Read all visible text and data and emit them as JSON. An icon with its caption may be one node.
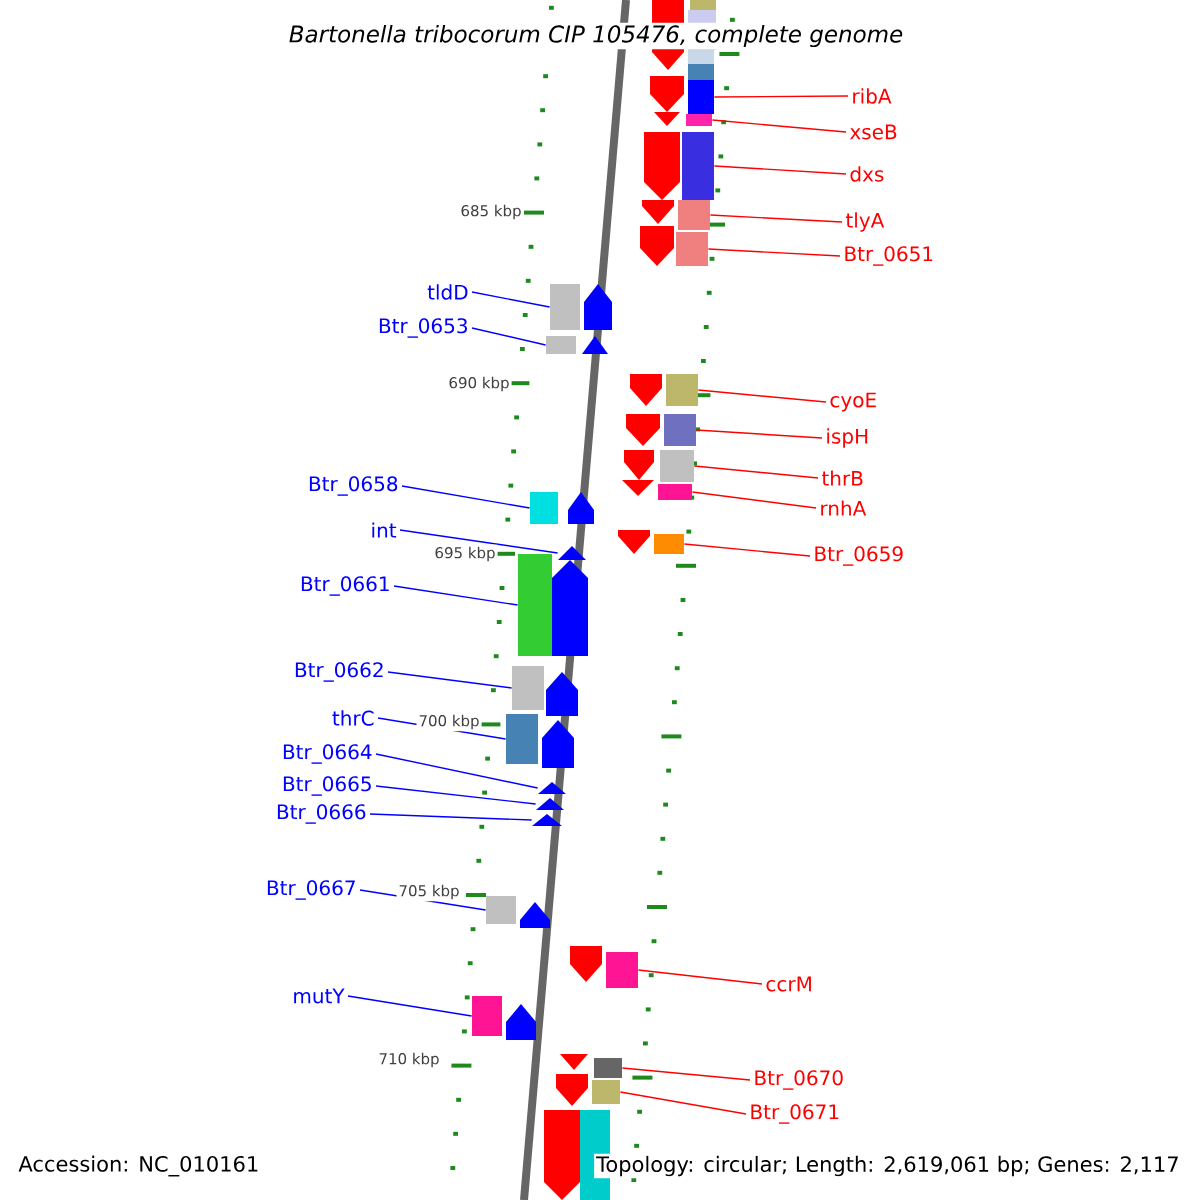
{
  "diagram": {
    "title": "Bartonella tribocorum CIP 105476, complete genome",
    "nodes": [
      {
        "text": [
          "ribA"
        ]
      },
      {
        "text": [
          "xseB"
        ]
      },
      {
        "text": [
          "dxs"
        ]
      },
      {
        "text": [
          "tlyA"
        ]
      },
      {
        "text": [
          "Btr_0651"
        ]
      },
      {
        "text": [
          "tldD"
        ]
      },
      {
        "text": [
          "Btr_0653"
        ]
      },
      {
        "text": [
          "cyoE"
        ]
      },
      {
        "text": [
          "ispH"
        ]
      },
      {
        "text": [
          "thrB"
        ]
      },
      {
        "text": [
          "Btr_0658"
        ]
      },
      {
        "text": [
          "rnhA"
        ]
      },
      {
        "text": [
          "int"
        ]
      },
      {
        "text": [
          "Btr_0659"
        ]
      },
      {
        "text": [
          "Btr_0661"
        ]
      },
      {
        "text": [
          "Btr_0662"
        ]
      },
      {
        "text": [
          "thrC"
        ]
      },
      {
        "text": [
          "Btr_0664"
        ]
      },
      {
        "text": [
          "Btr_0665"
        ]
      },
      {
        "text": [
          "Btr_0666"
        ]
      },
      {
        "text": [
          "Btr_0667"
        ]
      },
      {
        "text": [
          "ccrM"
        ]
      },
      {
        "text": [
          "mutY"
        ]
      },
      {
        "text": [
          "Btr_0670"
        ]
      },
      {
        "text": [
          "Btr_0671"
        ]
      },
      {
        "text": [],
        "shape": "box"
      },
      {
        "text": [],
        "shape": "box"
      },
      {
        "text": [],
        "shape": "box"
      },
      {
        "text": [],
        "shape": "box"
      },
      {
        "text": [],
        "shape": "box"
      },
      {
        "text": [],
        "shape": "box"
      },
      {
        "text": [],
        "shape": "box"
      },
      {
        "text": [],
        "shape": "box"
      },
      {
        "text": [],
        "shape": "box"
      },
      {
        "text": [],
        "shape": "box"
      },
      {
        "text": [],
        "shape": "box"
      },
      {
        "text": [],
        "shape": "box"
      },
      {
        "text": [],
        "shape": "triangle"
      },
      {
        "text": [],
        "shape": "box"
      },
      {
        "text": [],
        "shape": "box"
      },
      {
        "text": [],
        "shape": "box"
      },
      {
        "text": [],
        "shape": "box"
      },
      {
        "text": [],
        "shape": "triangle"
      },
      {
        "text": [],
        "shape": "triangle"
      },
      {
        "text": [],
        "shape": "triangle"
      },
      {
        "text": [],
        "shape": "box"
      },
      {
        "text": [],
        "shape": "box"
      },
      {
        "text": [],
        "shape": "box"
      },
      {
        "text": [],
        "shape": "box"
      },
      {
        "text": [],
        "shape": "box"
      }
    ],
    "edges": [
      {
        "from": 0,
        "to": 25,
        "arrow": "none"
      },
      {
        "from": 1,
        "to": 26,
        "arrow": "none"
      },
      {
        "from": 2,
        "to": 27,
        "arrow": "none"
      },
      {
        "from": 3,
        "to": 28,
        "arrow": "none"
      },
      {
        "from": 4,
        "to": 29,
        "arrow": "none"
      },
      {
        "from": 5,
        "to": 30,
        "arrow": "none",
        "color": "#0000ff"
      },
      {
        "from": 6,
        "to": 31,
        "arrow": "none",
        "color": "#0000ff"
      },
      {
        "from": 7,
        "to": 32,
        "arrow": "none"
      },
      {
        "from": 8,
        "to": 33,
        "arrow": "none"
      },
      {
        "from": 9,
        "to": 34,
        "arrow": "none"
      },
      {
        "from": 10,
        "to": 35,
        "arrow": "none",
        "color": "#0000ff"
      },
      {
        "from": 11,
        "to": 36,
        "arrow": "none"
      },
      {
        "from": 12,
        "to": 37,
        "arrow": "none",
        "color": "#0000ff"
      },
      {
        "from": 13,
        "to": 38,
        "arrow": "none"
      },
      {
        "from": 14,
        "to": 39,
        "arrow": "none",
        "color": "#0000ff"
      },
      {
        "from": 15,
        "to": 40,
        "arrow": "none",
        "color": "#0000ff"
      },
      {
        "from": 16,
        "to": 41,
        "arrow": "none",
        "color": "#0000ff"
      },
      {
        "from": 17,
        "to": 42,
        "arrow": "none",
        "color": "#0000ff"
      },
      {
        "from": 18,
        "to": 43,
        "arrow": "none",
        "color": "#0000ff"
      },
      {
        "from": 19,
        "to": 44,
        "arrow": "none",
        "color": "#0000ff"
      },
      {
        "from": 20,
        "to": 45,
        "arrow": "none",
        "color": "#0000ff"
      },
      {
        "from": 21,
        "to": 46,
        "arrow": "none"
      },
      {
        "from": 22,
        "to": 47,
        "arrow": "none",
        "color": "#0000ff"
      },
      {
        "from": 23,
        "to": 48,
        "arrow": "none"
      },
      {
        "from": 24,
        "to": 49,
        "arrow": "none"
      }
    ],
    "labels": [
      "685 kbp",
      "690 kbp",
      "695 kbp",
      "700 kbp",
      "705 kbp",
      "710 kbp",
      "Accession: NC_010161",
      "Topology: circular; Length: 2,619,061 bp; Genes: 2,117"
    ]
  }
}
